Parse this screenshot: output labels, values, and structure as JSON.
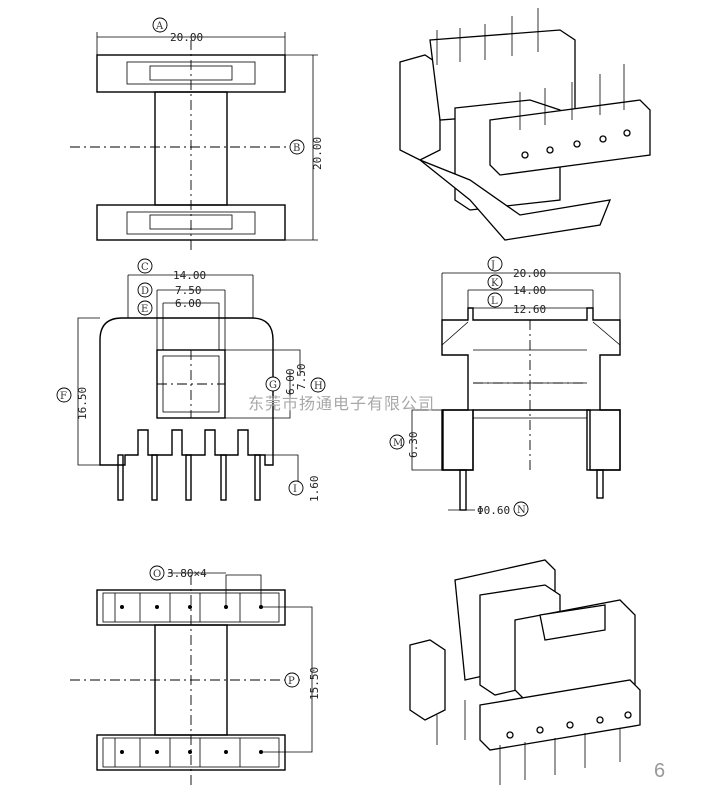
{
  "views": {
    "top_view": {
      "A": {
        "label": "A",
        "value": "20.00"
      },
      "B": {
        "label": "B",
        "value": "20.00"
      }
    },
    "front_view": {
      "C": {
        "label": "C",
        "value": "14.00"
      },
      "D": {
        "label": "D",
        "value": "7.50"
      },
      "E": {
        "label": "E",
        "value": "6.00"
      },
      "F": {
        "label": "F",
        "value": "16.50"
      },
      "G": {
        "label": "G",
        "value": "6.00"
      },
      "H": {
        "label": "H",
        "value": "7.50"
      },
      "I": {
        "label": "I",
        "value": "1.60"
      }
    },
    "side_view": {
      "J": {
        "label": "J",
        "value": "20.00"
      },
      "K": {
        "label": "K",
        "value": "14.00"
      },
      "L": {
        "label": "L",
        "value": "12.60"
      },
      "M": {
        "label": "M",
        "value": "6.30"
      },
      "N": {
        "label": "N",
        "value": "Φ0.60"
      }
    },
    "bottom_view": {
      "O": {
        "label": "O",
        "value": "3.80×4"
      },
      "P": {
        "label": "P",
        "value": "15.50"
      }
    }
  },
  "watermark": "东莞市扬通电子有限公司",
  "page_number": "6"
}
